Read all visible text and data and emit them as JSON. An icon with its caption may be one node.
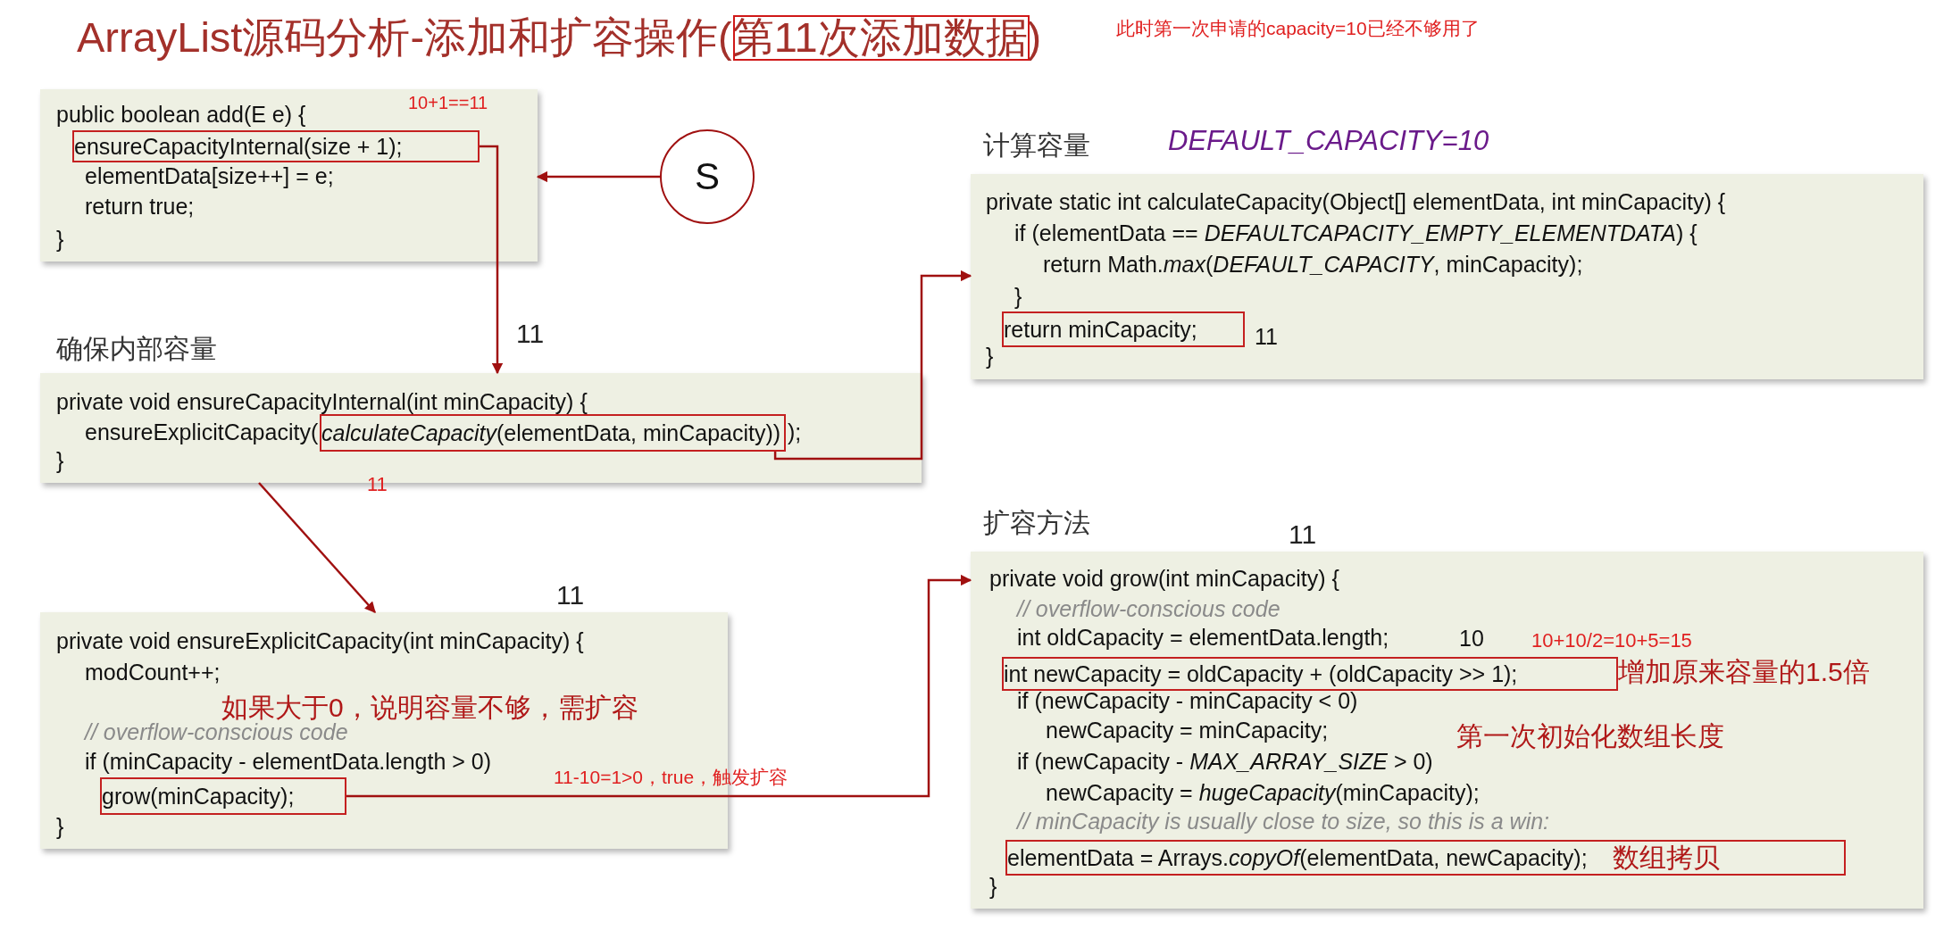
{
  "diagram": {
    "title": "ArrayList源码分析-添加和扩容操作(第11次添加数据)",
    "nodes": [
      {
        "text": [
          "public boolean add(E e) {",
          "elementData[size++] = e;",
          "return true;",
          "}"
        ]
      },
      {
        "text": [
          "ensureCapacityInternal(size + 1);"
        ],
        "in": 0
      },
      {
        "text": [
          "S"
        ]
      },
      {
        "text": [
          "计算容量",
          "private static int calculateCapacity(Object[] elementData, int minCapacity) {",
          "if (elementData == *DEFAULTCAPACITY_EMPTY_ELEMENTDATA*) {",
          "return Math.*max*(*DEFAULT_CAPACITY*, minCapacity);",
          "}",
          "}"
        ]
      },
      {
        "text": [
          "return minCapacity;"
        ],
        "in": 3,
        "beside": [
          "11"
        ]
      },
      {
        "text": [
          "确保内部容量",
          "private void ensureCapacityInternal(int minCapacity) {",
          "ensureExplicitCapacity(",
          ");",
          "}"
        ]
      },
      {
        "text": [
          "*calculateCapacity*(elementData, minCapacity))"
        ],
        "in": 5
      },
      {
        "text": [
          "private void ensureExplicitCapacity(int minCapacity) {",
          "modCount++;",
          "// overflow-conscious code",
          "if (minCapacity - elementData.length > 0)",
          "}"
        ]
      },
      {
        "text": [
          "grow(minCapacity);"
        ],
        "in": 7
      },
      {
        "text": [
          "扩容方法",
          "private void grow(int minCapacity) {",
          "// overflow-conscious code",
          "int oldCapacity = elementData.length;",
          "if (newCapacity - minCapacity < 0)",
          "newCapacity = minCapacity;",
          "if (newCapacity - *MAX_ARRAY_SIZE* > 0)",
          "newCapacity = *hugeCapacity*(minCapacity);",
          "// minCapacity is usually close to size, so this is a win:",
          "}"
        ]
      },
      {
        "text": [
          "int newCapacity = oldCapacity + (oldCapacity >> 1);"
        ],
        "in": 9,
        "beside": [
          "10"
        ]
      },
      {
        "text": [
          "elementData = Arrays.*copyOf*(elementData, newCapacity);",
          "数组拷贝"
        ],
        "in": 9
      }
    ],
    "edges": [
      {
        "from": 2,
        "to": 0,
        "arrow": "to"
      },
      {
        "from": 1,
        "to": 5,
        "arrow": "to"
      },
      {
        "from": 6,
        "to": 3,
        "arrow": "to"
      },
      {
        "from": 5,
        "to": 7,
        "arrow": "to"
      },
      {
        "from": 8,
        "to": 9,
        "arrow": "to"
      }
    ],
    "labels": [
      "此时第一次申请的capacity=10已经不够用了",
      "10+1==11",
      "DEFAULT_CAPACITY=10",
      "11",
      "11",
      "11",
      "11",
      "10+10/2=10+5=15",
      "增加原来容量的1.5倍",
      "如果大于0，说明容量不够，需扩容",
      "第一次初始化数组长度",
      "11-10=1>0，true，触发扩容"
    ]
  }
}
